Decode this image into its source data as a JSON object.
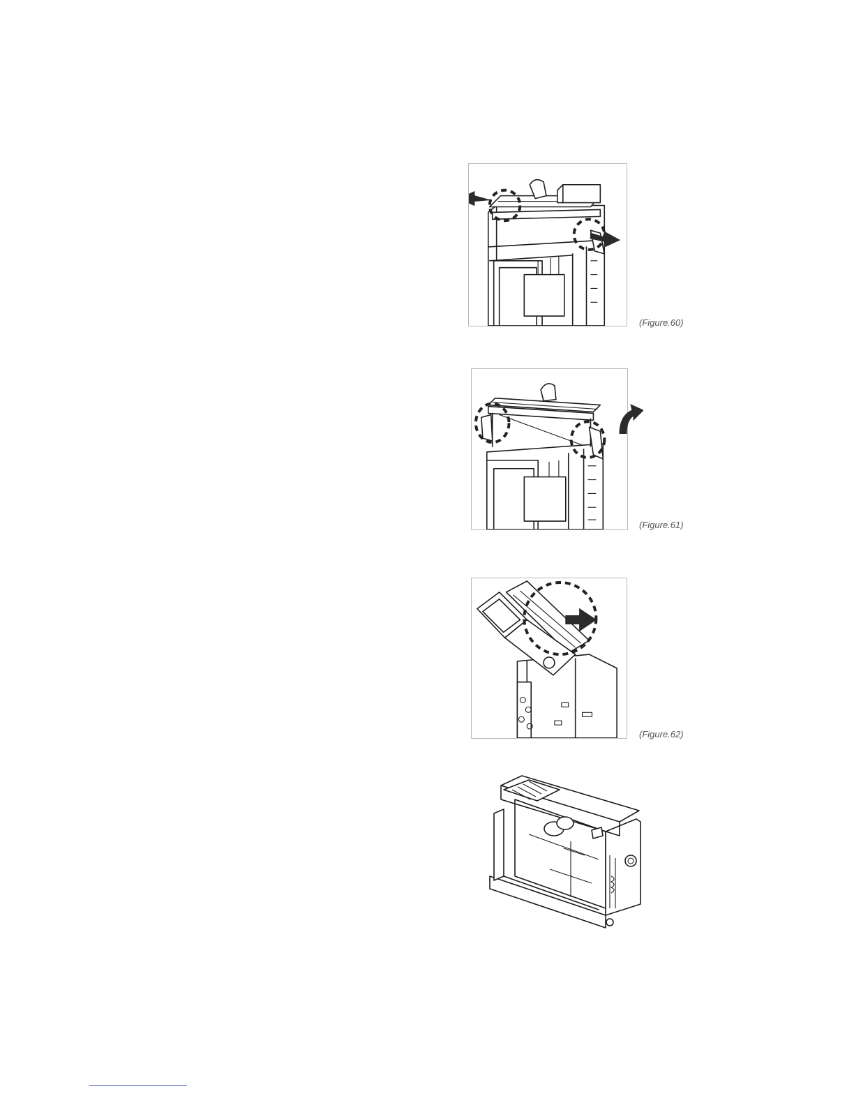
{
  "figures": [
    {
      "id": "fig60",
      "caption": "(Figure.60)",
      "icon": "outward-arrows-release-icon"
    },
    {
      "id": "fig61",
      "caption": "(Figure.61)",
      "icon": "rotate-up-arrow-icon"
    },
    {
      "id": "fig62",
      "caption": "(Figure.62)",
      "icon": "slide-right-arrow-icon"
    },
    {
      "id": "fig63",
      "caption": "",
      "icon": "assembled-unit-icon"
    }
  ]
}
